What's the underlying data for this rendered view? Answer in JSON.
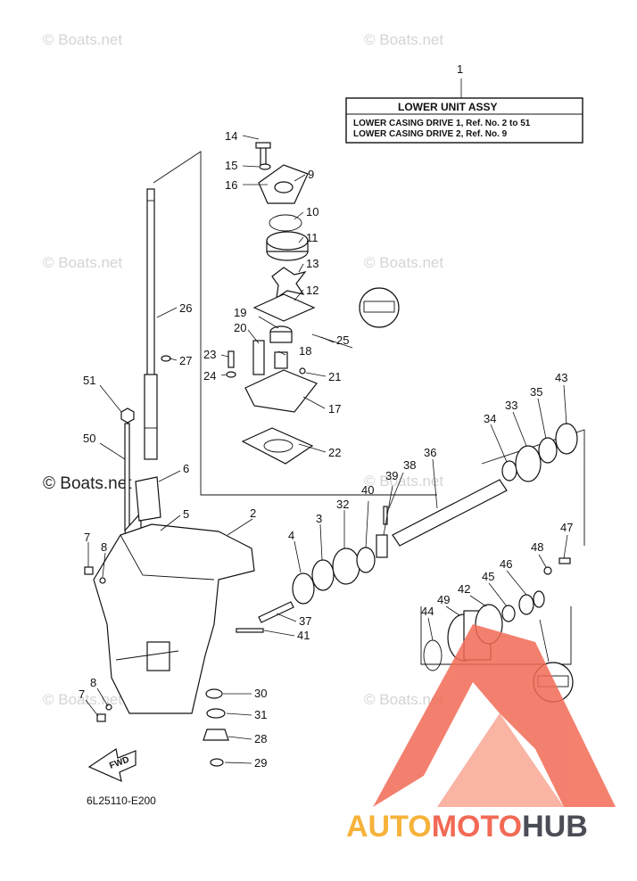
{
  "watermark_text": "© Boats.net",
  "title_box": {
    "ref_number": "1",
    "title": "LOWER UNIT ASSY",
    "line1": "LOWER CASING DRIVE 1,  Ref. No. 2 to 51",
    "line2": "LOWER CASING DRIVE 2,  Ref. No. 9"
  },
  "fwd_label": "FWD",
  "diagram_code": "6L25110-E200",
  "brand": {
    "part1": "AUTO",
    "part2": "MOTO",
    "part3": "HUB"
  },
  "brand_colors": {
    "auto": "#f6b23a",
    "moto": "#f26a55",
    "hub": "#4a4d55",
    "logo": "#f26a55"
  },
  "part_numbers": {
    "p2": "2",
    "p3": "3",
    "p4": "4",
    "p5": "5",
    "p6": "6",
    "p7a": "7",
    "p7b": "7",
    "p8a": "8",
    "p8b": "8",
    "p9": "9",
    "p10": "10",
    "p11": "11",
    "p12": "12",
    "p13": "13",
    "p14": "14",
    "p15": "15",
    "p16": "16",
    "p17": "17",
    "p18": "18",
    "p19": "19",
    "p20": "20",
    "p21": "21",
    "p22": "22",
    "p23": "23",
    "p24": "24",
    "p25": "25",
    "p26": "26",
    "p27": "27",
    "p28": "28",
    "p29": "29",
    "p30": "30",
    "p31": "31",
    "p32": "32",
    "p33": "33",
    "p34": "34",
    "p35": "35",
    "p36": "36",
    "p37": "37",
    "p38": "38",
    "p39": "39",
    "p40": "40",
    "p41": "41",
    "p42": "42",
    "p43": "43",
    "p44": "44",
    "p45": "45",
    "p46": "46",
    "p47": "47",
    "p48": "48",
    "p49": "49",
    "p50": "50",
    "p51": "51"
  }
}
